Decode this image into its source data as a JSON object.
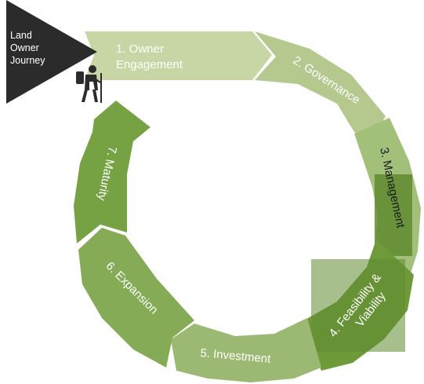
{
  "diagram": {
    "start_label_lines": [
      "Land",
      "Owner",
      "Journey"
    ],
    "steps": [
      {
        "id": "owner-engagement",
        "lines": [
          "1. Owner",
          "Engagement"
        ],
        "color": "#c7d6a4",
        "text_color": "#ffffff"
      },
      {
        "id": "governance",
        "lines": [
          "2. Governance"
        ],
        "color": "#b5c98e",
        "text_color": "#ffffff"
      },
      {
        "id": "management",
        "lines": [
          "3. Management"
        ],
        "color": "#a3c07a",
        "text_color": "#1a1a1a"
      },
      {
        "id": "feasibility-viability",
        "lines": [
          "4. Feasibility &",
          "Viability"
        ],
        "color": "#6f9a3a",
        "text_color": "#ffffff"
      },
      {
        "id": "investment",
        "lines": [
          "5. Investment"
        ],
        "color": "#9bb972",
        "text_color": "#ffffff"
      },
      {
        "id": "expansion",
        "lines": [
          "6. Expansion"
        ],
        "color": "#86ab56",
        "text_color": "#ffffff"
      },
      {
        "id": "maturity",
        "lines": [
          "7. Maturity"
        ],
        "color": "#77a244",
        "text_color": "#ffffff"
      }
    ],
    "icons": {
      "hiker": "hiker-icon"
    },
    "colors": {
      "start_triangle": "#2b2b2b",
      "overlay_dark": "#5f8a30"
    }
  }
}
